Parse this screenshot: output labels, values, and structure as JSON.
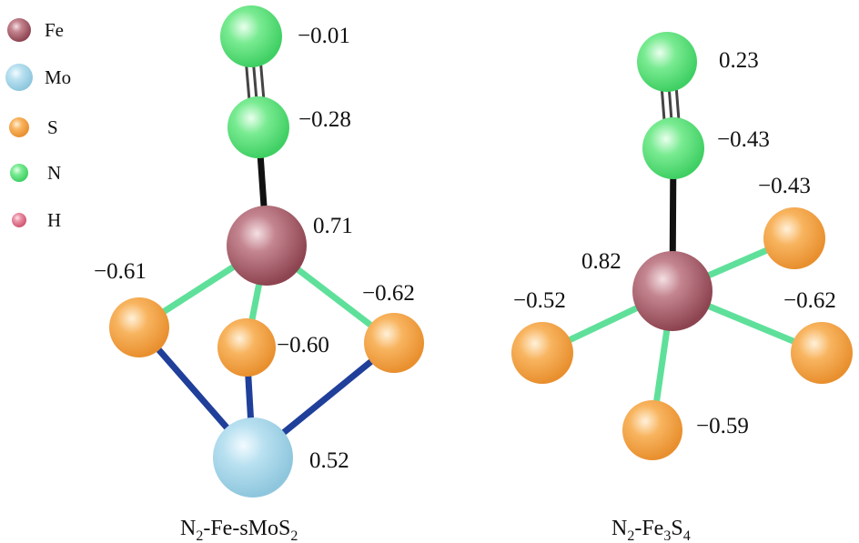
{
  "legend": [
    {
      "label": "Fe",
      "color": "#b46a74"
    },
    {
      "label": "Mo",
      "color": "#a8d7ea"
    },
    {
      "label": "S",
      "color": "#f5a445"
    },
    {
      "label": "N",
      "color": "#5ee37e"
    },
    {
      "label": "H",
      "color": "#e0708a"
    }
  ],
  "left_structure": {
    "caption_parts": [
      "N",
      "2",
      "-Fe-sMoS",
      "2"
    ],
    "atoms": {
      "n_top": {
        "element": "N",
        "charge": "−0.01"
      },
      "n_bottom": {
        "element": "N",
        "charge": "−0.28"
      },
      "fe": {
        "element": "Fe",
        "charge": "0.71"
      },
      "s_left": {
        "element": "S",
        "charge": "−0.61"
      },
      "s_middle": {
        "element": "S",
        "charge": "−0.60"
      },
      "s_right": {
        "element": "S",
        "charge": "−0.62"
      },
      "mo": {
        "element": "Mo",
        "charge": "0.52"
      }
    }
  },
  "right_structure": {
    "caption_parts": [
      "N",
      "2",
      "-Fe",
      "3",
      "S",
      "4"
    ],
    "atoms": {
      "n_top": {
        "element": "N",
        "charge": "0.23"
      },
      "n_bottom": {
        "element": "N",
        "charge": "−0.43"
      },
      "fe": {
        "element": "Fe",
        "charge": "0.82"
      },
      "s_upper_right": {
        "element": "S",
        "charge": "−0.43"
      },
      "s_left": {
        "element": "S",
        "charge": "−0.52"
      },
      "s_right": {
        "element": "S",
        "charge": "−0.62"
      },
      "s_bottom": {
        "element": "S",
        "charge": "−0.59"
      }
    }
  },
  "colors": {
    "fe_fe_s_bond": "#5fe09a",
    "mo_s_bond": "#1f3f9a",
    "n_fe_bond": "#111111",
    "triple_bond": "#444444"
  }
}
